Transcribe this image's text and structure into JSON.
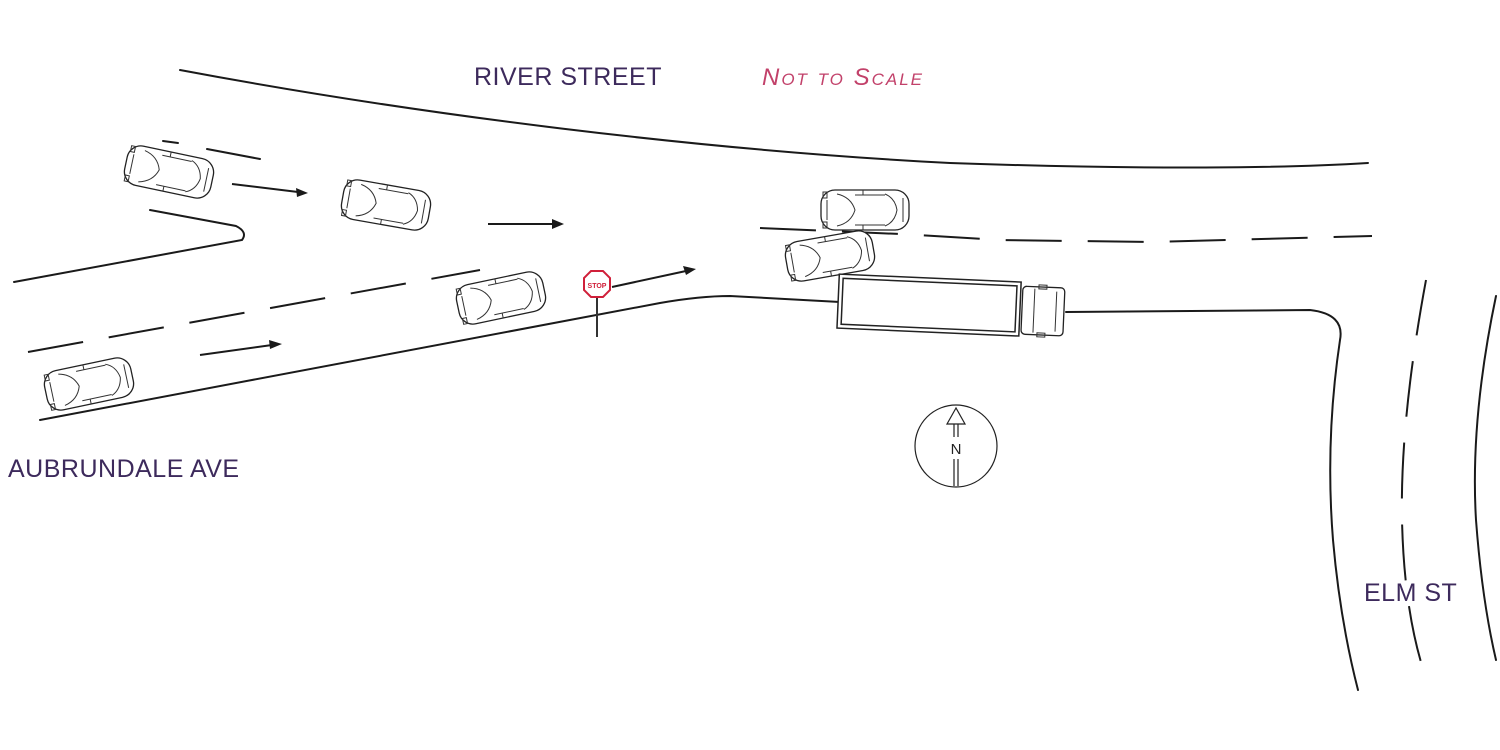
{
  "labels": {
    "river_street": "RIVER STREET",
    "scale_note": "Not to Scale",
    "aubrundale_ave": "AUBRUNDALE AVE",
    "elm_st": "ELM ST"
  },
  "stop_sign": {
    "text": "STOP",
    "color": "#d0203a"
  },
  "compass": {
    "letter": "N"
  },
  "colors": {
    "road_line": "#1a1a1a",
    "label_text": "#3d2a5c",
    "scale_note_text": "#c2416a"
  }
}
